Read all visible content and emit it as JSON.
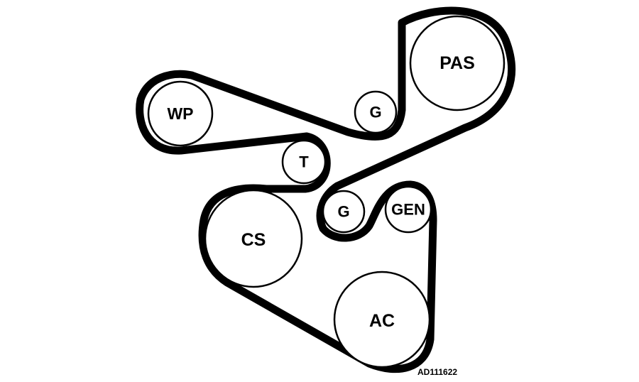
{
  "pulleys": {
    "wp": {
      "label": "WP"
    },
    "g1": {
      "label": "G"
    },
    "pas": {
      "label": "PAS"
    },
    "t": {
      "label": "T"
    },
    "g2": {
      "label": "G"
    },
    "gen": {
      "label": "GEN"
    },
    "cs": {
      "label": "CS"
    },
    "ac": {
      "label": "AC"
    }
  },
  "reference_code": "AD111622",
  "colors": {
    "belt": "#000000",
    "background": "#ffffff"
  }
}
